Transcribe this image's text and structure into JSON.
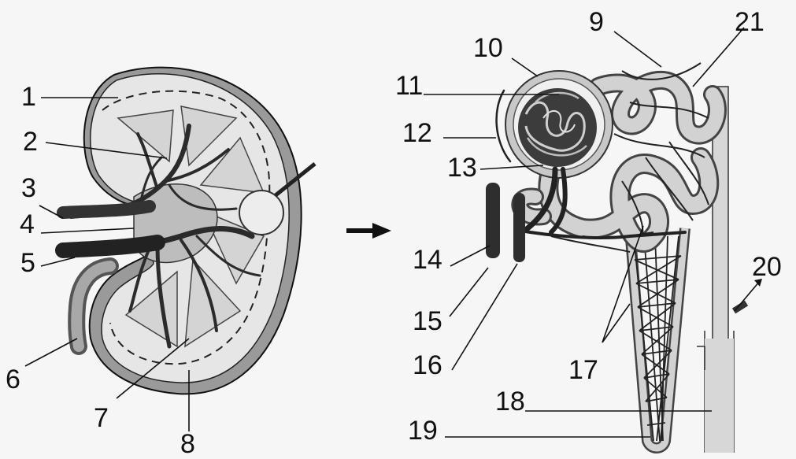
{
  "labels": {
    "l1": "1",
    "l2": "2",
    "l3": "3",
    "l4": "4",
    "l5": "5",
    "l6": "6",
    "l7": "7",
    "l8": "8",
    "l9": "9",
    "l10": "10",
    "l11": "11",
    "l12": "12",
    "l13": "13",
    "l14": "14",
    "l15": "15",
    "l16": "16",
    "l17": "17",
    "l18": "18",
    "l19": "19",
    "l20": "20",
    "l21": "21"
  },
  "colors": {
    "background": "#f6f6f6",
    "line": "#111111",
    "cortex": "#e6e6e6",
    "medulla": "#cfcfcf",
    "capsule": "#9a9a9a",
    "vessel_dark": "#2b2b2b",
    "tubule": "#d2d2d2"
  },
  "icons": {
    "arrow": "arrow-right-icon"
  }
}
